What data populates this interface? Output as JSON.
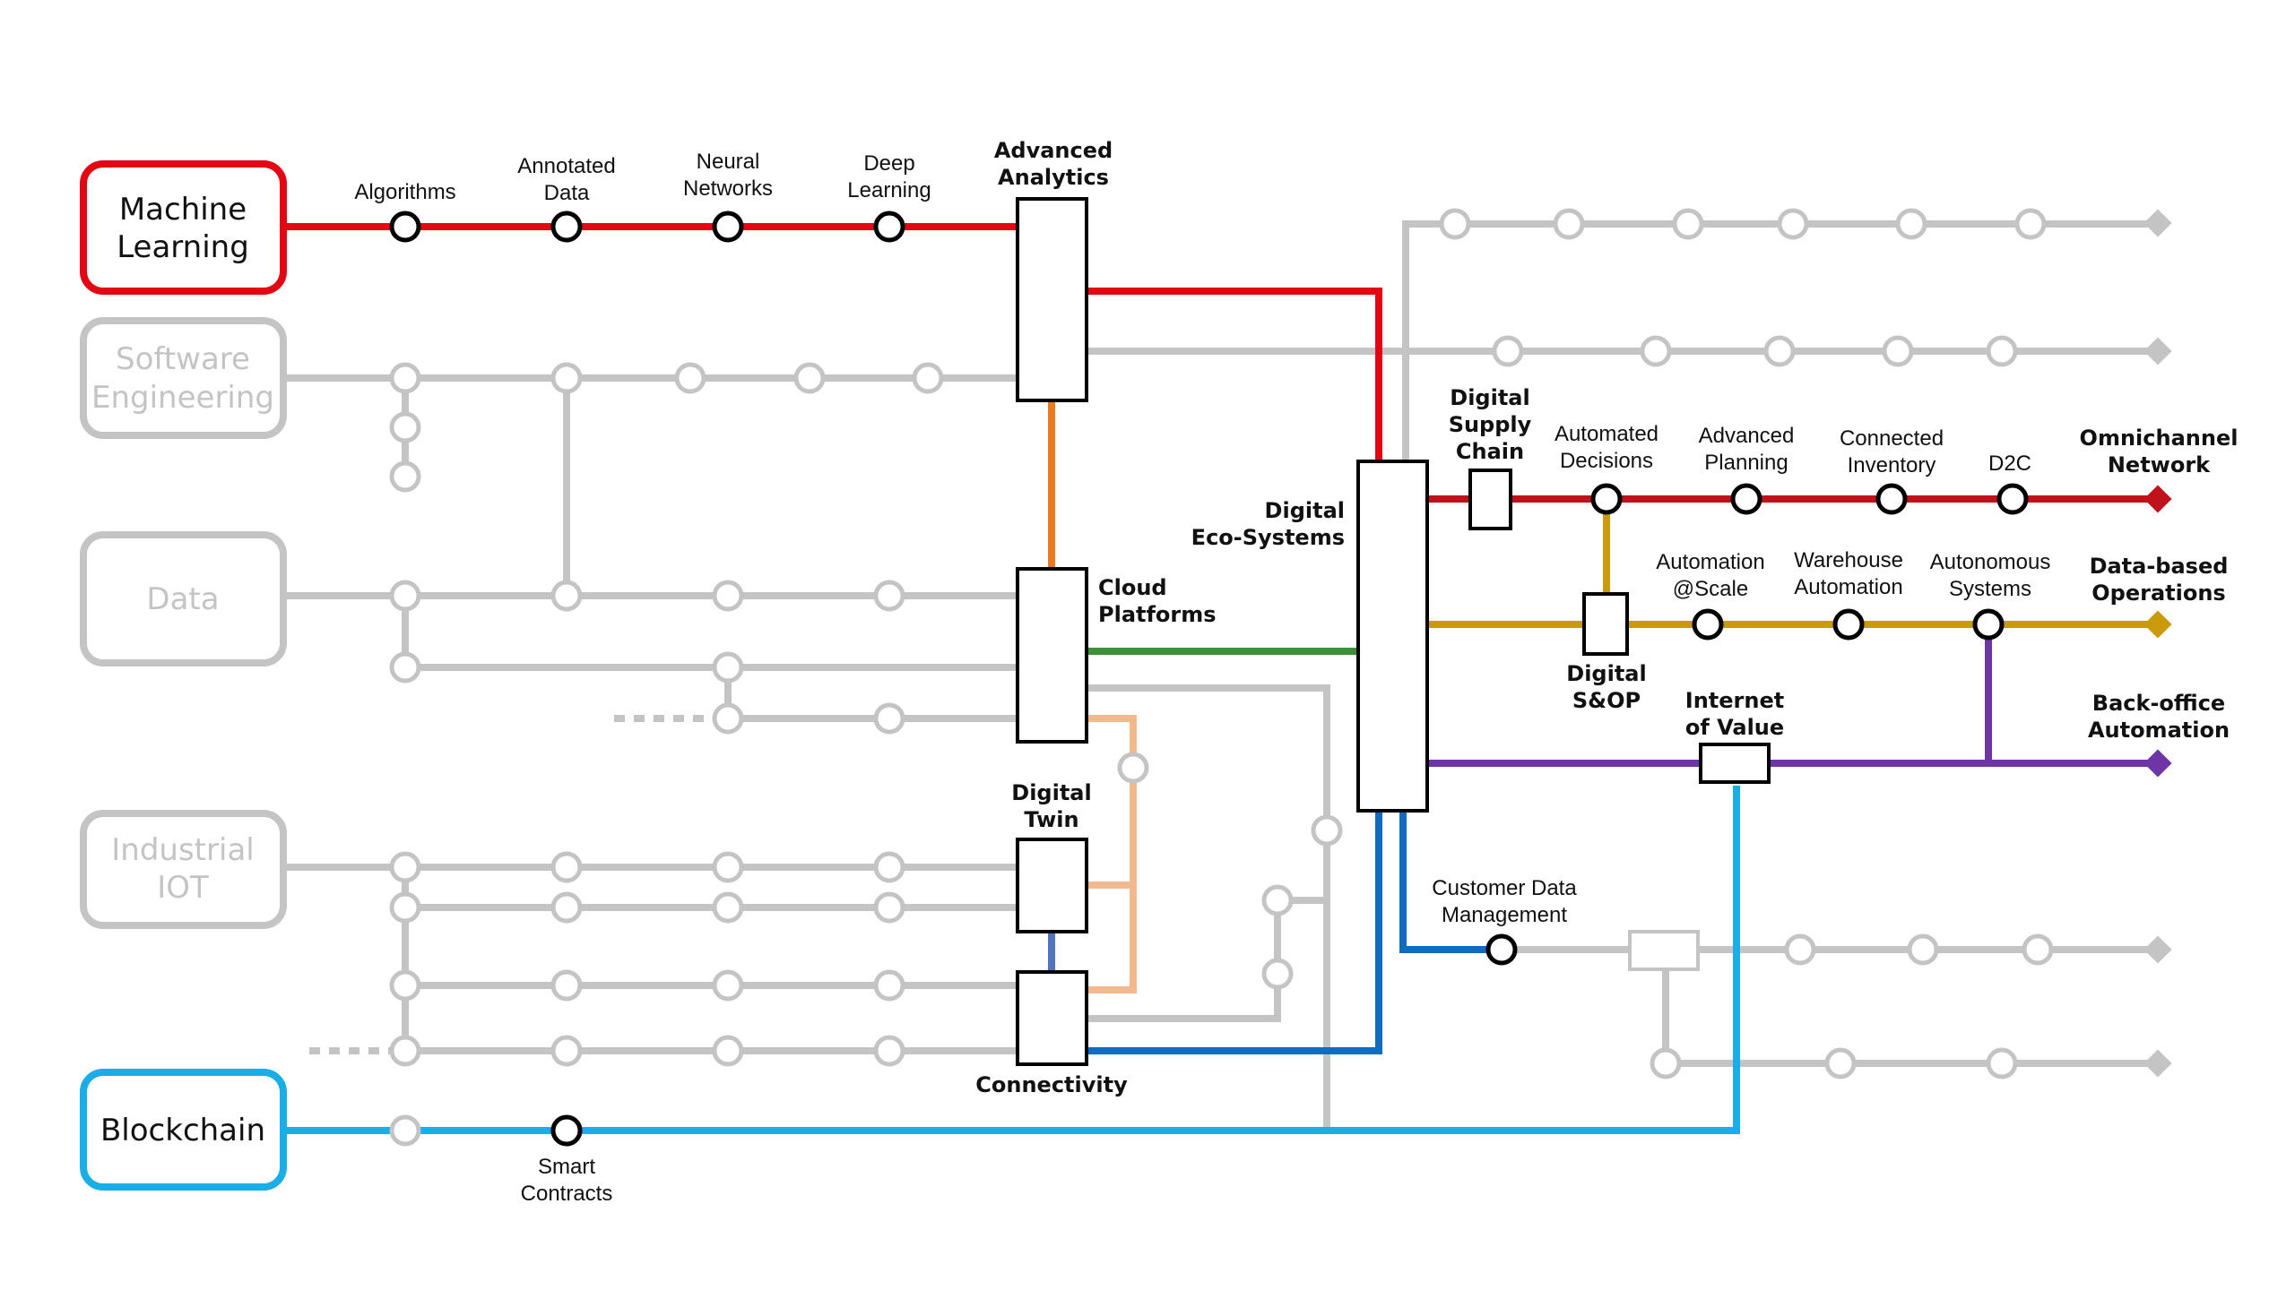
{
  "sources": [
    {
      "id": "ml",
      "label": [
        "Machine",
        "Learning"
      ],
      "color": "#e30613",
      "active": true
    },
    {
      "id": "se",
      "label": [
        "Software",
        "Engineering"
      ],
      "color": "#c4c4c4",
      "active": false
    },
    {
      "id": "data",
      "label": [
        "Data"
      ],
      "color": "#c4c4c4",
      "active": false
    },
    {
      "id": "iot",
      "label": [
        "Industrial",
        "IOT"
      ],
      "color": "#c4c4c4",
      "active": false
    },
    {
      "id": "bc",
      "label": [
        "Blockchain"
      ],
      "color": "#1aaee8",
      "active": true
    }
  ],
  "stations": {
    "algorithms": [
      "Algorithms"
    ],
    "annotated_data": [
      "Annotated",
      "Data"
    ],
    "neural_networks": [
      "Neural",
      "Networks"
    ],
    "deep_learning": [
      "Deep",
      "Learning"
    ],
    "smart_contracts": [
      "Smart",
      "Contracts"
    ],
    "automated_decisions": [
      "Automated",
      "Decisions"
    ],
    "advanced_planning": [
      "Advanced",
      "Planning"
    ],
    "connected_inventory": [
      "Connected",
      "Inventory"
    ],
    "d2c": [
      "D2C"
    ],
    "automation_scale": [
      "Automation",
      "@Scale"
    ],
    "warehouse_automation": [
      "Warehouse",
      "Automation"
    ],
    "autonomous_systems": [
      "Autonomous",
      "Systems"
    ],
    "customer_data_management": [
      "Customer Data",
      "Management"
    ]
  },
  "hubs": {
    "advanced_analytics": [
      "Advanced",
      "Analytics"
    ],
    "cloud_platforms": [
      "Cloud",
      "Platforms"
    ],
    "digital_twin": [
      "Digital",
      "Twin"
    ],
    "connectivity": [
      "Connectivity"
    ],
    "digital_ecosystems": [
      "Digital",
      "Eco-Systems"
    ],
    "digital_supply_chain": [
      "Digital",
      "Supply",
      "Chain"
    ],
    "digital_sop": [
      "Digital",
      "S&OP"
    ],
    "internet_of_value": [
      "Internet",
      "of Value"
    ]
  },
  "destinations": {
    "omnichannel": [
      "Omnichannel",
      "Network"
    ],
    "data_operations": [
      "Data-based",
      "Operations"
    ],
    "backoffice": [
      "Back-office",
      "Automation"
    ]
  },
  "colors": {
    "red": "#e30613",
    "dark_red": "#c0121b",
    "gray": "#c4c4c4",
    "orange": "#ec7a1c",
    "green": "#3e8f3a",
    "peach": "#f2b88e",
    "slate_blue": "#4f74c0",
    "blue": "#0f6cbf",
    "cyan": "#1aaee8",
    "gold": "#c99a0c",
    "purple": "#6e35a6"
  }
}
